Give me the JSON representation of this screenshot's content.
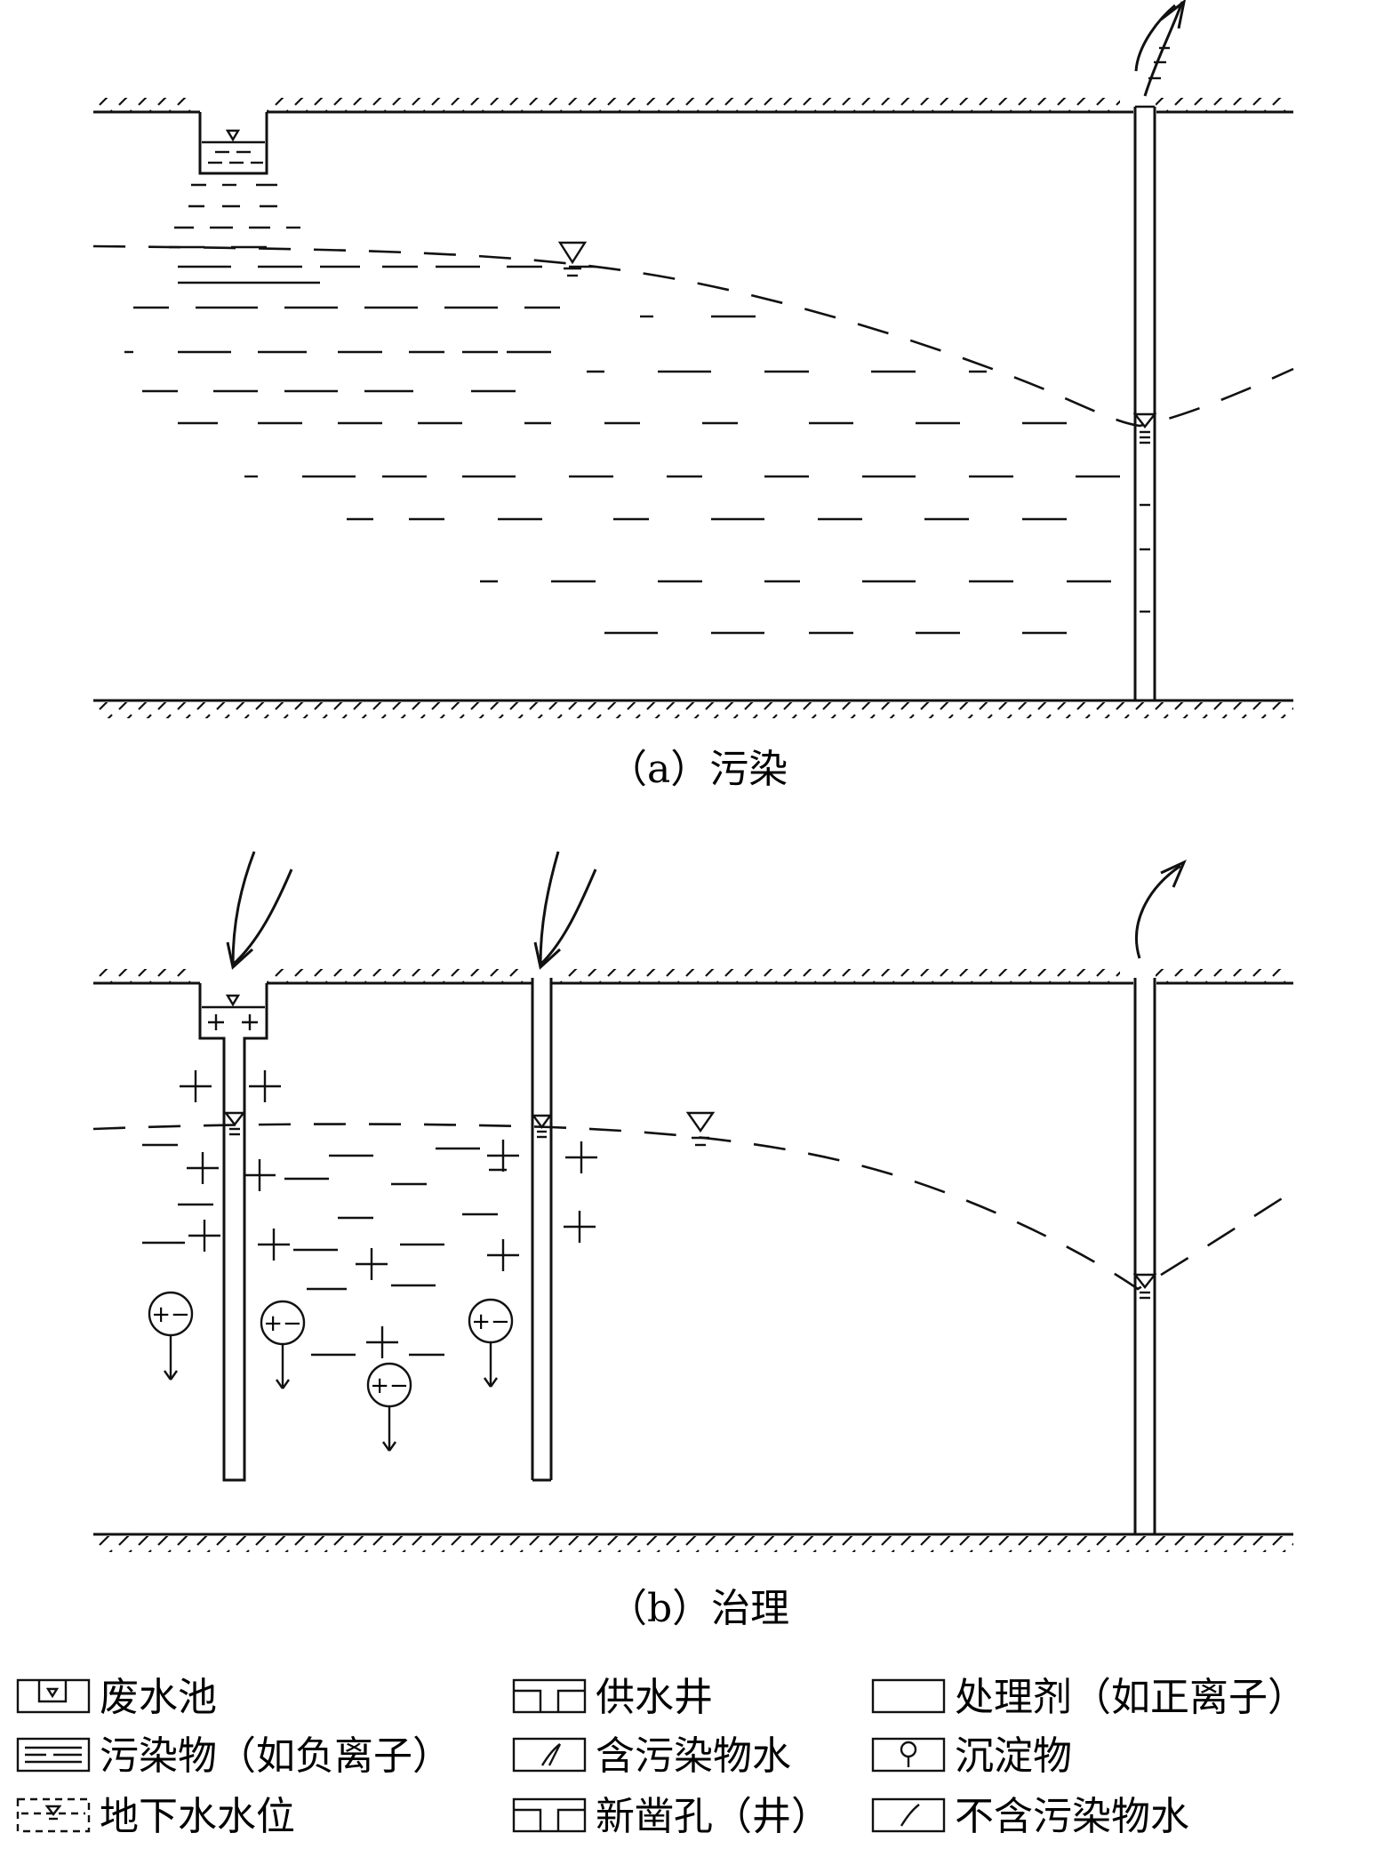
{
  "panel_a": {
    "caption": "（a）污染"
  },
  "panel_b": {
    "caption": "（b）治理"
  },
  "legend": {
    "wastewater_pool": "废水池",
    "supply_well": "供水井",
    "treatment_agent": "处理剂（如正离子）",
    "pollutant": "污染物（如负离子）",
    "contaminated_water": "含污染物水",
    "precipitate": "沉淀物",
    "water_table": "地下水水位",
    "new_borehole": "新凿孔（井）",
    "clean_water": "不含污染物水"
  },
  "symbols": {
    "plus": "+",
    "minus": "−",
    "plus_minus": "+−"
  }
}
